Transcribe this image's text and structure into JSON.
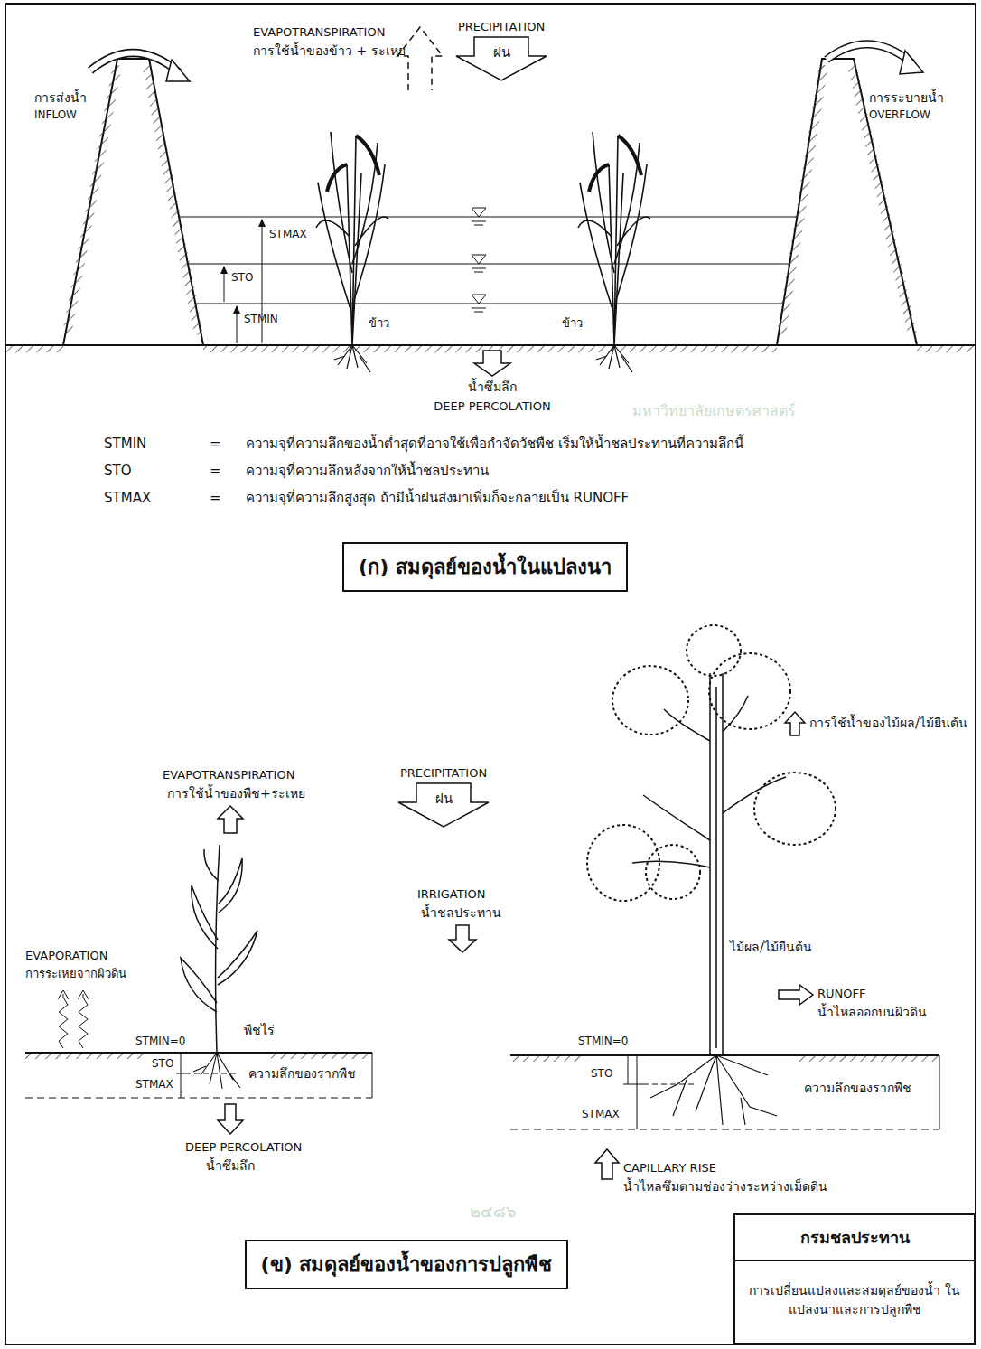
{
  "diagram": {
    "nodes": [
      {
        "text": [
          "PRECIPITATION",
          "ฝน"
        ]
      },
      {
        "text": [
          "(ก) สมดุลย์ของน้ำในแปลงนา"
        ]
      },
      {
        "text": [
          "PRECIPITATION",
          "ฝน"
        ]
      },
      {
        "text": [
          "(ข) สมดุลย์ของน้ำของการปลูกพืช"
        ]
      },
      {
        "text": [
          "กรมชลประทาน",
          "การเปลี่ยนแปลงและสมดุลย์ของน้ำ ในแปลงนาและการปลูกพืช"
        ]
      }
    ],
    "labels": [
      "EVAPOTRANSPIRATION",
      "การใช้น้ำของข้าว + ระเหย",
      "การส่งน้ำ",
      "INFLOW",
      "การระบายน้ำ",
      "OVERFLOW",
      "STMAX",
      "STO",
      "STMIN",
      "ข้าว",
      "ข้าว",
      "น้ำซึมลึก",
      "DEEP PERCOLATION",
      "STMIN",
      "=",
      "ความจุที่ความลึกของน้ำต่ำสุดที่อาจใช้เพื่อกำจัดวัชพืช เริ่มให้น้ำชลประทานที่ความลึกนี้",
      "STO",
      "=",
      "ความจุที่ความลึกหลังจากให้น้ำชลประทาน",
      "STMAX",
      "=",
      "ความจุที่ความลึกสูงสุด ถ้ามีน้ำฝนส่งมาเพิ่มก็จะกลายเป็น RUNOFF",
      "EVAPOTRANSPIRATION",
      "การใช้น้ำของพืช+ระเหย",
      "การใช้น้ำของไม้ผล/ไม้ยืนต้น",
      "IRRIGATION",
      "น้ำชลประทาน",
      "EVAPORATION",
      "การระเหยจากผิวดิน",
      "พืชไร่",
      "STMIN=0",
      "STO",
      "STMAX",
      "ความลึกของรากพืช",
      "DEEP PERCOLATION",
      "น้ำซึมลึก",
      "STMIN=0",
      "RUNOFF",
      "น้ำไหลออกบนผิวดิน",
      "STO",
      "STMAX",
      "ความลึกของรากพืช",
      "CAPILLARY RISE",
      "น้ำไหลซึมตามช่องว่างระหว่างเม็ดดิน",
      "ไม้ผล/ไม้ยืนต้น",
      "มหาวิทยาลัยเกษตรศาสตร์",
      "๒๔๘๖"
    ]
  }
}
